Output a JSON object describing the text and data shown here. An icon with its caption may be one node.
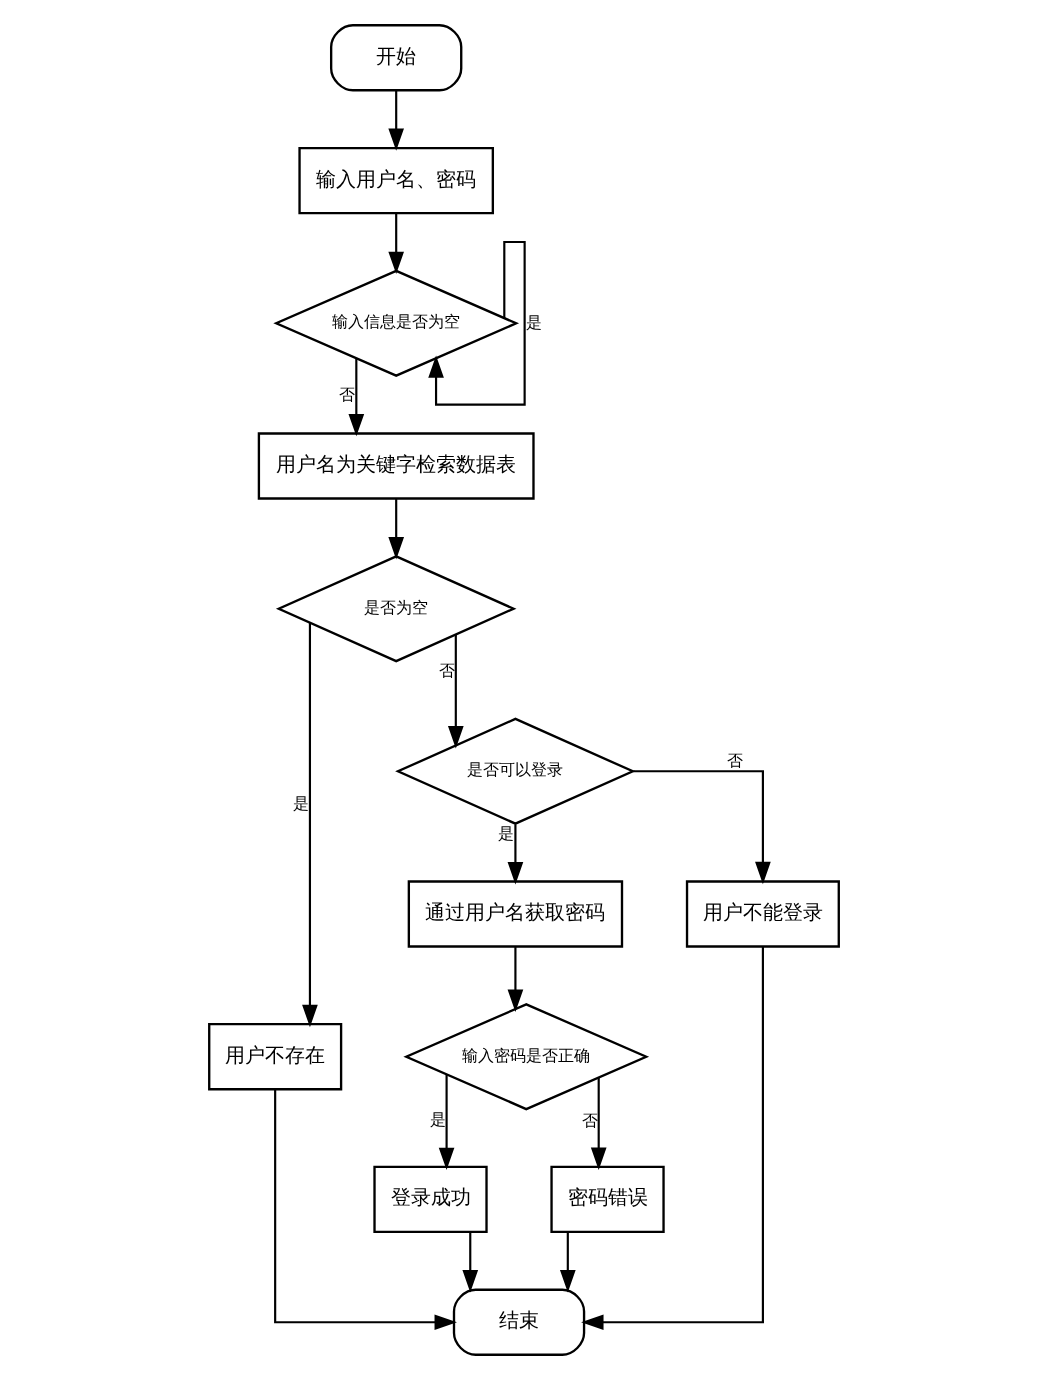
{
  "diagram": {
    "nodes": [
      {
        "text": [
          "开始"
        ]
      },
      {
        "text": [
          "输入用户名、密码"
        ]
      },
      {
        "text": [
          "输入信息是否为空"
        ]
      },
      {
        "text": [
          "用户名为关键字检索数据表"
        ]
      },
      {
        "text": [
          "是否为空"
        ]
      },
      {
        "text": [
          "用户不存在"
        ]
      },
      {
        "text": [
          "是否可以登录"
        ]
      },
      {
        "text": [
          "通过用户名获取密码"
        ]
      },
      {
        "text": [
          "用户不能登录"
        ]
      },
      {
        "text": [
          "输入密码是否正确"
        ]
      },
      {
        "text": [
          "登录成功"
        ]
      },
      {
        "text": [
          "密码错误"
        ]
      },
      {
        "text": [
          "结束"
        ]
      }
    ],
    "edges": [
      {
        "from": 0,
        "to": 1,
        "arrow": "to"
      },
      {
        "from": 1,
        "to": 2,
        "arrow": "to"
      },
      {
        "from": 2,
        "to": 2,
        "arrow": "to",
        "label": "是"
      },
      {
        "from": 2,
        "to": 3,
        "arrow": "to",
        "label": "否"
      },
      {
        "from": 3,
        "to": 4,
        "arrow": "to"
      },
      {
        "from": 4,
        "to": 5,
        "arrow": "to",
        "label": "是"
      },
      {
        "from": 4,
        "to": 6,
        "arrow": "to",
        "label": "否"
      },
      {
        "from": 6,
        "to": 7,
        "arrow": "to",
        "label": "是"
      },
      {
        "from": 6,
        "to": 8,
        "arrow": "to",
        "label": "否"
      },
      {
        "from": 7,
        "to": 9,
        "arrow": "to"
      },
      {
        "from": 9,
        "to": 10,
        "arrow": "to",
        "label": "是"
      },
      {
        "from": 9,
        "to": 11,
        "arrow": "to",
        "label": "否"
      },
      {
        "from": 5,
        "to": 12,
        "arrow": "to"
      },
      {
        "from": 10,
        "to": 12,
        "arrow": "to"
      },
      {
        "from": 11,
        "to": 12,
        "arrow": "to"
      },
      {
        "from": 8,
        "to": 12,
        "arrow": "to"
      }
    ]
  }
}
